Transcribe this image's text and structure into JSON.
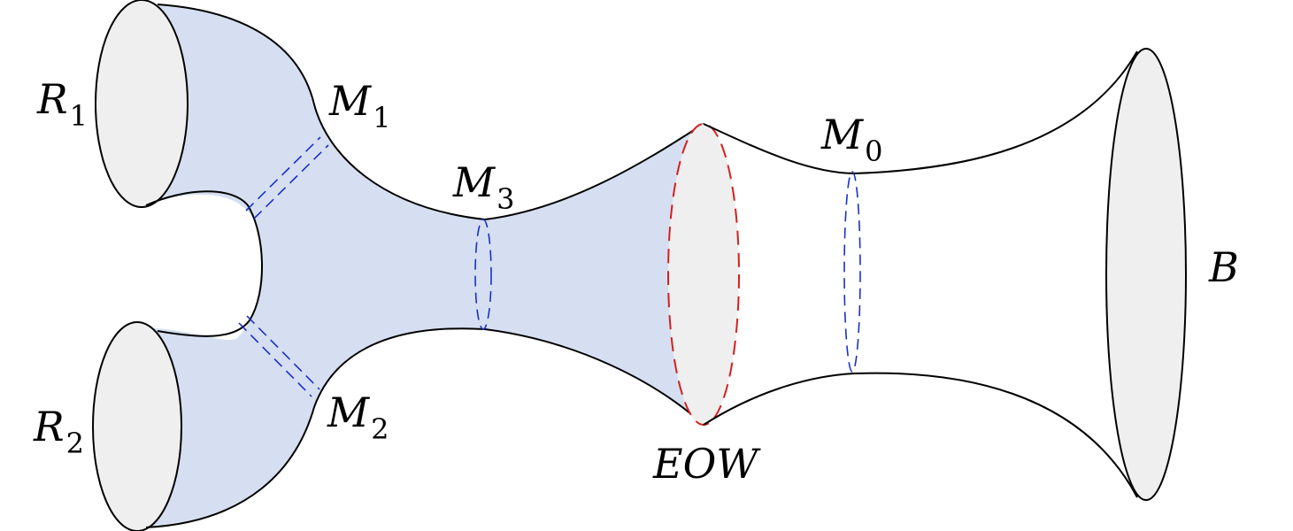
{
  "labels": {
    "r1": "R",
    "r1_sub": "1",
    "r2": "R",
    "r2_sub": "2",
    "m1": "M",
    "m1_sub": "1",
    "m2": "M",
    "m2_sub": "2",
    "m3": "M",
    "m3_sub": "3",
    "m0": "M",
    "m0_sub": "0",
    "eow": "EOW",
    "b": "B"
  },
  "colors": {
    "shaded_region": "#d6dff1",
    "boundary_disk": "#efefef",
    "outline": "#000000",
    "minimal_surface_dashed": "#1a2fc8",
    "eow_dashed": "#d42020"
  }
}
